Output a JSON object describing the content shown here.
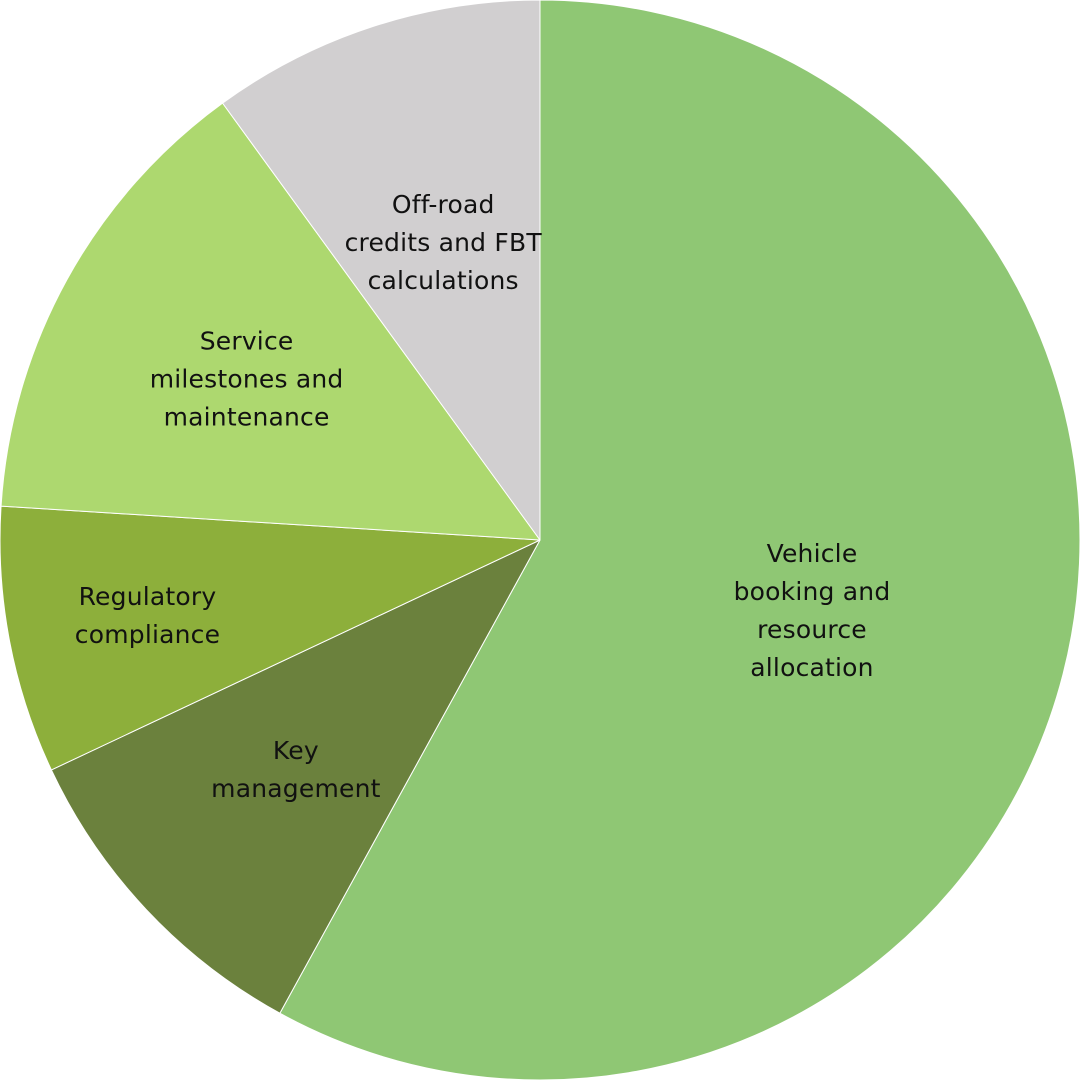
{
  "chart_data": {
    "type": "pie",
    "title": "",
    "start_angle_deg": 0,
    "direction": "clockwise",
    "legend": "none",
    "slices": [
      {
        "label_lines": [
          "Vehicle",
          "booking and",
          "resource",
          "allocation"
        ],
        "value": 58,
        "color": "#8fc774"
      },
      {
        "label_lines": [
          "Key",
          "management"
        ],
        "value": 10,
        "color": "#6b813d"
      },
      {
        "label_lines": [
          "Regulatory",
          "compliance"
        ],
        "value": 8,
        "color": "#8daf3b"
      },
      {
        "label_lines": [
          "Service",
          "milestones and",
          "maintenance"
        ],
        "value": 14,
        "color": "#add86f"
      },
      {
        "label_lines": [
          "Off-road",
          "credits and FBT",
          "calculations"
        ],
        "value": 10,
        "color": "#d1cfd0"
      }
    ]
  }
}
